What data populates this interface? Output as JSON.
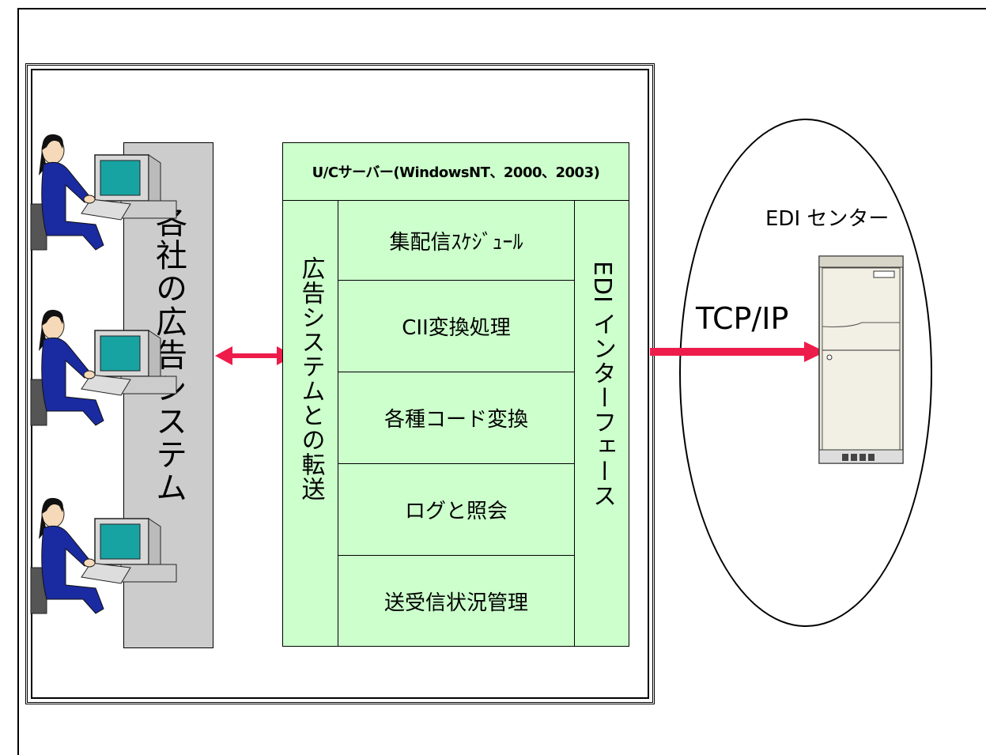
{
  "left_panel": {
    "label": "各社の広告システム"
  },
  "server": {
    "title": "U/Cサーバー(WindowsNT、2000、2003)",
    "transfer_label": "広告システムとの転送",
    "interface_label": "EDI インターフェース",
    "modules": [
      "集配信ｽｹｼﾞｭｰﾙ",
      "CII変換処理",
      "各種コード変換",
      "ログと照会",
      "送受信状況管理"
    ]
  },
  "edi_center": {
    "label": "EDI センター",
    "protocol": "TCP/IP"
  },
  "colors": {
    "panel_gray": "#cccccc",
    "panel_green": "#ccffcc",
    "arrow": "#ee1c4b",
    "user_blue": "#1a2aa0",
    "monitor_cyan": "#18a3a3"
  }
}
